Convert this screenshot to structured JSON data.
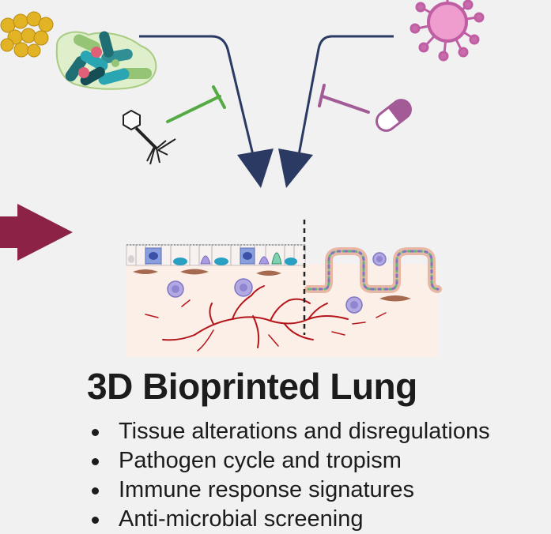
{
  "title": "3D Bioprinted Lung",
  "bullets": [
    "Tissue alterations and disregulations",
    "Pathogen cycle and tropism",
    "Immune response signatures",
    "Anti-microbial screening"
  ],
  "icons": {
    "pathogens": [
      "fungi-cluster-icon",
      "bacteria-cluster-icon",
      "virus-icon",
      "bacteriophage-icon"
    ],
    "inhibitors": [
      "phage-inhibition-icon",
      "drug-inhibition-icon",
      "pill-capsule-icon"
    ],
    "arrows": [
      "pathogen-arrow-left",
      "pathogen-arrow-right",
      "input-arrow-left"
    ]
  },
  "colors": {
    "navy_arrow": "#2a3a63",
    "maroon_arrow": "#8c2346",
    "phage_inhibit": "#55aa44",
    "drug_inhibit": "#a35b97",
    "virus": "#c86cac",
    "tissue_bg": "#fbefe7",
    "vessels": "#b5161b"
  }
}
